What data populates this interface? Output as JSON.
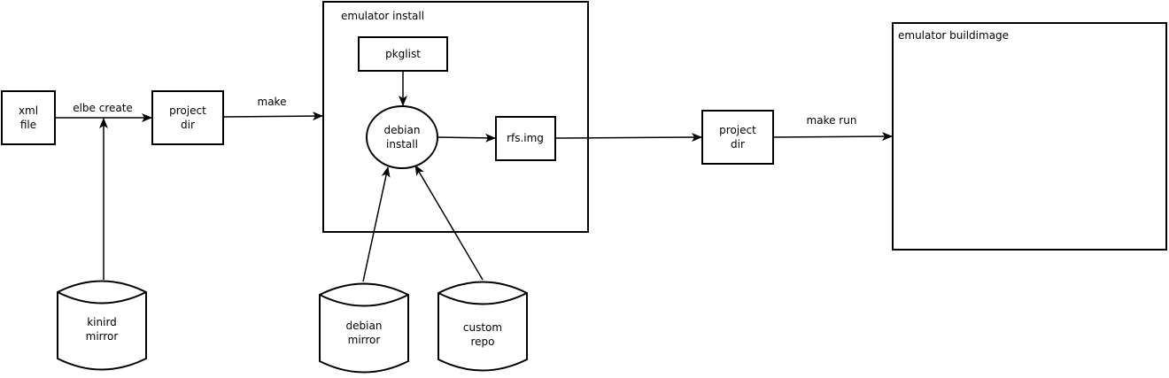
{
  "nodes": {
    "xml_file": [
      "xml",
      "file"
    ],
    "project_dir_1": [
      "project",
      "dir"
    ],
    "emulator_install": "emulator install",
    "pkglist": "pkglist",
    "debian_install": [
      "debian",
      "install"
    ],
    "rfs_img": "rfs.img",
    "project_dir_2": [
      "project",
      "dir"
    ],
    "emulator_buildimage": "emulator buildimage",
    "kinird_mirror": [
      "kinird",
      "mirror"
    ],
    "debian_mirror": [
      "debian",
      "mirror"
    ],
    "custom_repo": [
      "custom",
      "repo"
    ]
  },
  "edges": {
    "elbe_create": "elbe create",
    "make": "make",
    "make_run": "make run"
  }
}
